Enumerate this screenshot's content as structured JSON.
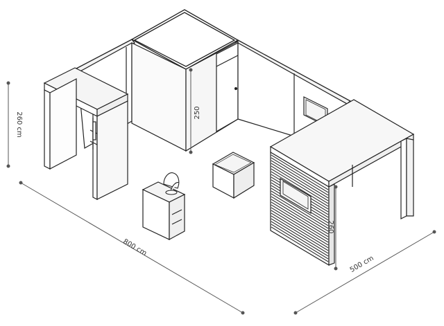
{
  "dimensions": {
    "height_left": "260 cm",
    "height_corner": "250",
    "length_front": "800 cm",
    "depth_right": "500 cm",
    "height_right": "260"
  },
  "colors": {
    "line": "#222222",
    "dim_line": "#555555",
    "panel_top": "#f2f2f2",
    "panel_front": "#fafafa",
    "panel_side": "#e9e9e9",
    "slat": "#333333",
    "screen": "#f5f5f5"
  }
}
